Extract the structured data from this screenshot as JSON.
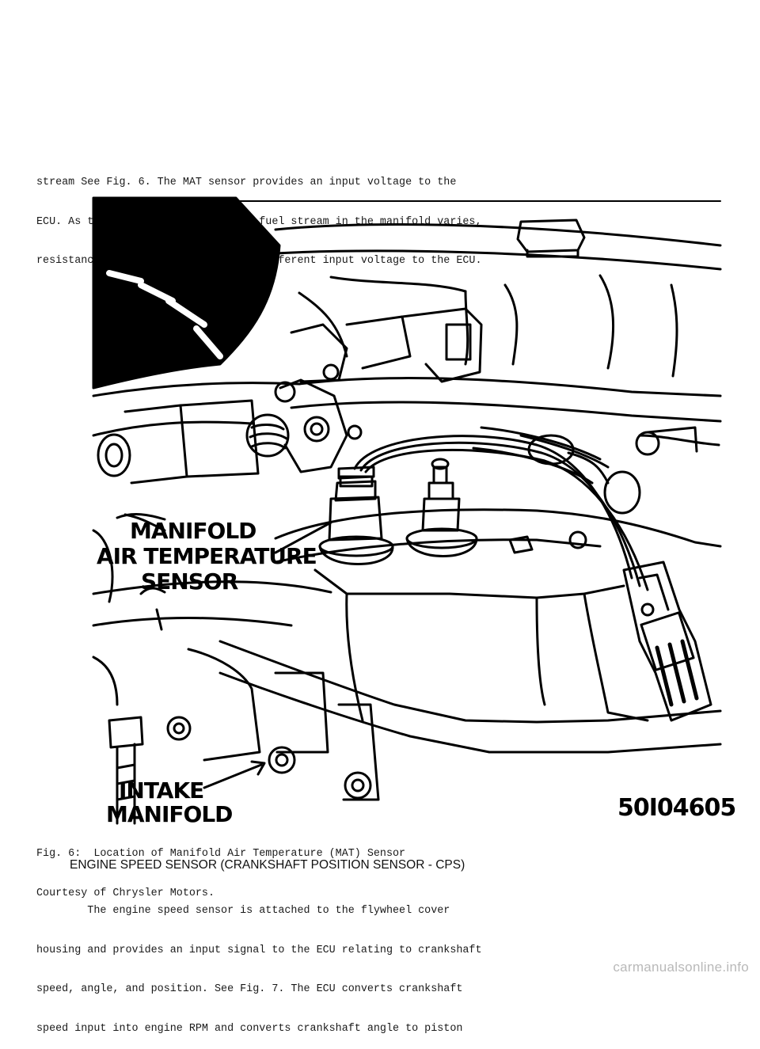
{
  "intro_lines": [
    "stream See Fig. 6. The MAT sensor provides an input voltage to the",
    "ECU. As the temperature of the air-fuel stream in the manifold varies,",
    "resistance changes, resulting in a different input voltage to the ECU."
  ],
  "figure": {
    "label_mat": [
      "MANIFOLD",
      "AIR TEMPERATURE",
      "SENSOR"
    ],
    "label_intake": [
      "INTAKE",
      "MANIFOLD"
    ],
    "figure_id": "50I04605"
  },
  "caption_lines": [
    "Fig. 6:  Location of Manifold Air Temperature (MAT) Sensor",
    "Courtesy of Chrysler Motors."
  ],
  "section_heading": "ENGINE SPEED SENSOR (CRANKSHAFT POSITION SENSOR - CPS)",
  "body_lines": [
    "        The engine speed sensor is attached to the flywheel cover",
    "housing and provides an input signal to the ECU relating to crankshaft",
    "speed, angle, and position. See Fig. 7. The ECU converts crankshaft",
    "speed input into engine RPM and converts crankshaft angle to piston"
  ],
  "watermark": "carmanualsonline.info"
}
